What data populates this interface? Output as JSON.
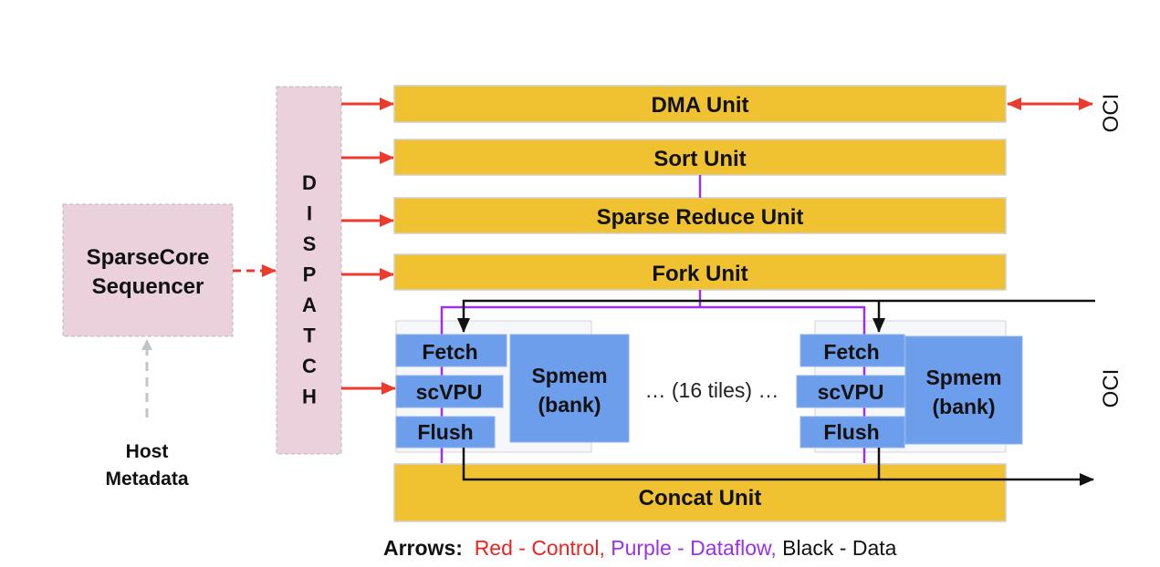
{
  "diagram": {
    "sequencer": {
      "label_lines": [
        "SparseCore",
        "Sequencer"
      ]
    },
    "host_metadata": {
      "label_lines": [
        "Host",
        "Metadata"
      ]
    },
    "dispatch": {
      "letters": [
        "D",
        "I",
        "S",
        "P",
        "A",
        "T",
        "C",
        "H"
      ]
    },
    "units": [
      {
        "id": "dma",
        "label": "DMA Unit"
      },
      {
        "id": "sort",
        "label": "Sort Unit"
      },
      {
        "id": "sparse-reduce",
        "label": "Sparse Reduce Unit"
      },
      {
        "id": "fork",
        "label": "Fork Unit"
      },
      {
        "id": "concat",
        "label": "Concat Unit"
      }
    ],
    "tiles": [
      {
        "fetch": "Fetch",
        "scvpu": "scVPU",
        "flush": "Flush",
        "spmem_lines": [
          "Spmem",
          "(bank)"
        ]
      },
      {
        "fetch": "Fetch",
        "scvpu": "scVPU",
        "flush": "Flush",
        "spmem_lines": [
          "Spmem",
          "(bank)"
        ]
      }
    ],
    "tiles_note": "… (16 tiles) …",
    "oci_labels": [
      "OCI",
      "OCI"
    ],
    "colors": {
      "unit": "#f0c232",
      "unit_border": "#cfcfcf",
      "tile_block": "#6d9eeb",
      "tile_bg": "#f5f7fa",
      "sequencer": "#ead1dc",
      "control_arrow": "#ea3b2e",
      "dataflow_arrow": "#9b30ee",
      "data_arrow": "#111111",
      "host_arrow": "#c0c4c8"
    }
  },
  "legend": {
    "title": "Arrows:",
    "items": [
      {
        "text": "Red - Control,",
        "color": "red"
      },
      {
        "text": "Purple - Dataflow,",
        "color": "purple"
      },
      {
        "text": "Black - Data",
        "color": "black"
      }
    ]
  }
}
